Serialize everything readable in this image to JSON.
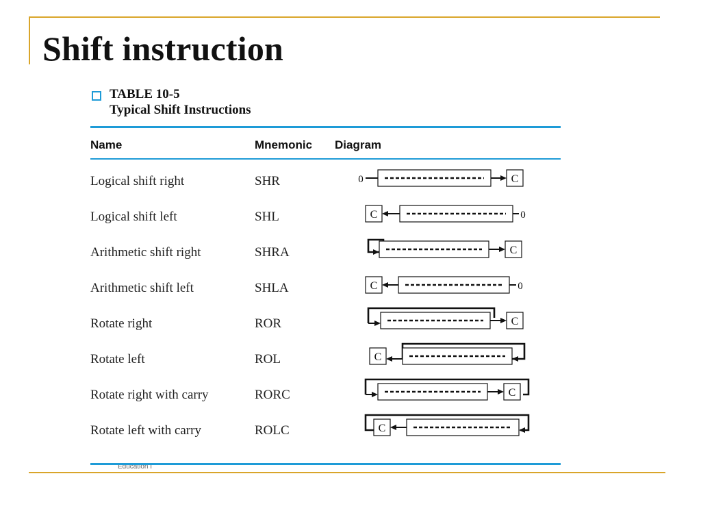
{
  "slide": {
    "title": "Shift instruction",
    "accent_color": "#d9a52a"
  },
  "table": {
    "number": "TABLE 10-5",
    "caption": "Typical Shift Instructions",
    "rule_color": "#1e9bd7",
    "headers": {
      "name": "Name",
      "mnemonic": "Mnemonic",
      "diagram": "Diagram"
    },
    "rows": [
      {
        "name": "Logical shift right",
        "mnemonic": "SHR",
        "diagram": "shr"
      },
      {
        "name": "Logical shift left",
        "mnemonic": "SHL",
        "diagram": "shl"
      },
      {
        "name": "Arithmetic shift right",
        "mnemonic": "SHRA",
        "diagram": "shra"
      },
      {
        "name": "Arithmetic shift left",
        "mnemonic": "SHLA",
        "diagram": "shla"
      },
      {
        "name": "Rotate right",
        "mnemonic": "ROR",
        "diagram": "ror"
      },
      {
        "name": "Rotate left",
        "mnemonic": "ROL",
        "diagram": "rol"
      },
      {
        "name": "Rotate right with carry",
        "mnemonic": "RORC",
        "diagram": "rorc"
      },
      {
        "name": "Rotate left with carry",
        "mnemonic": "ROLC",
        "diagram": "rolc"
      }
    ],
    "diagram_labels": {
      "carry": "C",
      "zero": "0"
    },
    "footnote": "Education I"
  }
}
